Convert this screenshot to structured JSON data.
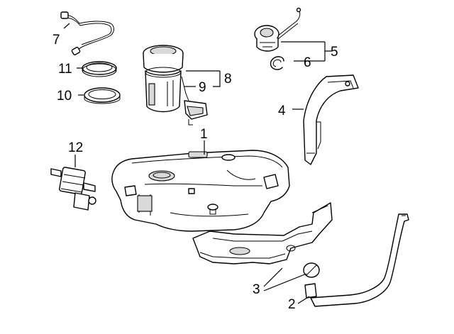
{
  "callouts": {
    "c1": "1",
    "c2": "2",
    "c3": "3",
    "c4": "4",
    "c5": "5",
    "c6": "6",
    "c7": "7",
    "c8": "8",
    "c9": "9",
    "c10": "10",
    "c11": "11",
    "c12": "12"
  },
  "colors": {
    "line": "#000000",
    "fill": "#ffffff",
    "shade": "#d9d9d9"
  }
}
